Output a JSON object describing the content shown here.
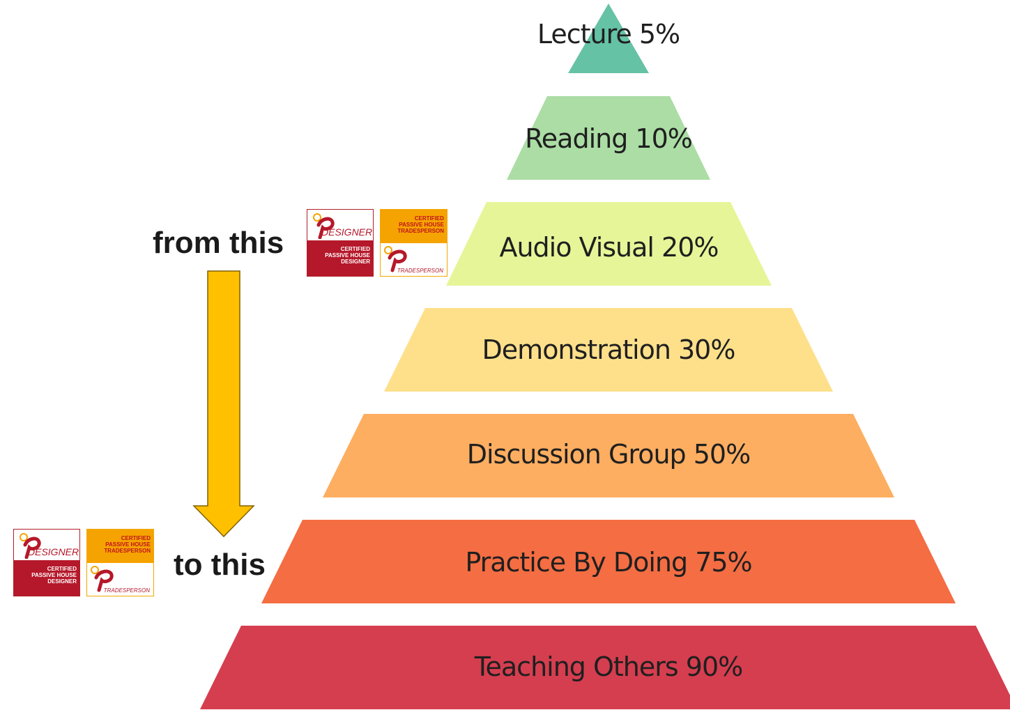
{
  "pyramid": {
    "levels": [
      {
        "label": "Lecture 5%",
        "color": "#66c2a5"
      },
      {
        "label": "Reading 10%",
        "color": "#abdda4"
      },
      {
        "label": "Audio Visual 20%",
        "color": "#e6f598"
      },
      {
        "label": "Demonstration 30%",
        "color": "#fee08b"
      },
      {
        "label": "Discussion Group 50%",
        "color": "#fdae61"
      },
      {
        "label": "Practice By Doing 75%",
        "color": "#f46d43"
      },
      {
        "label": "Teaching Others 90%",
        "color": "#d53e4f"
      }
    ]
  },
  "annotations": {
    "from_label": "from this",
    "to_label": "to this",
    "arrow_color": "#ffc000",
    "arrow_border": "#7f6000"
  },
  "badges": {
    "designer": {
      "word": "DESIGNER",
      "certified_text": "CERTIFIED\nPASSIVE HOUSE\nDESIGNER",
      "color": "#b5182a"
    },
    "tradesperson": {
      "word": "TRADESPERSON",
      "certified_text": "CERTIFIED\nPASSIVE HOUSE\nTRADESPERSON",
      "color": "#f5a300"
    }
  }
}
